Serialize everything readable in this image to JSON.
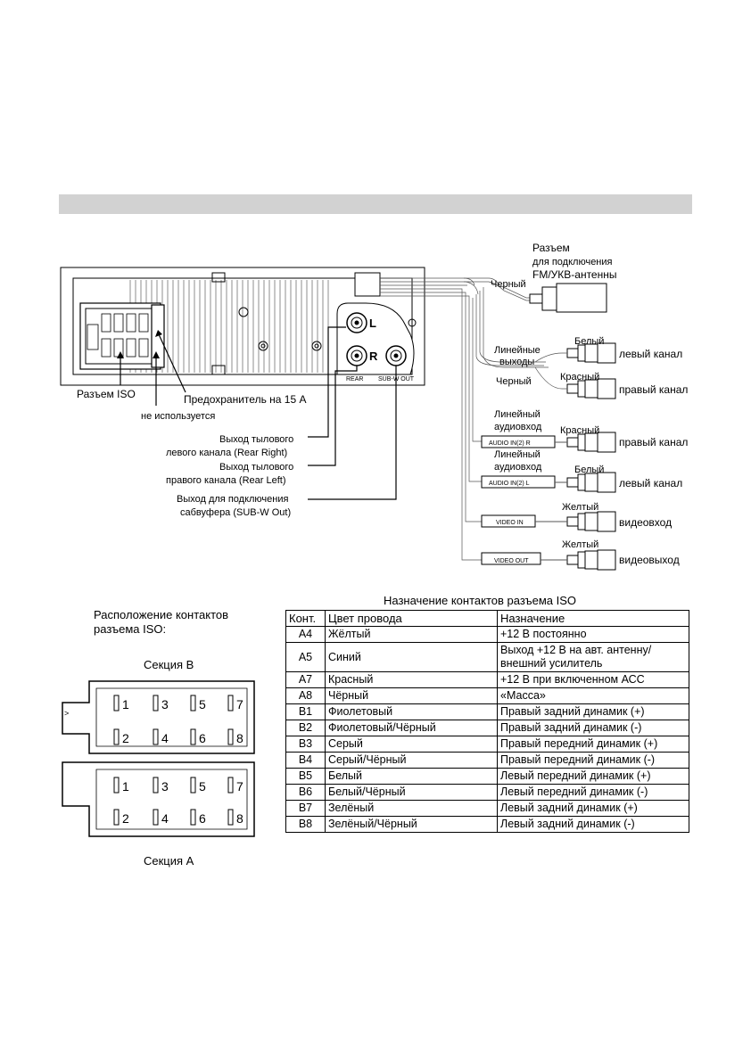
{
  "diagram": {
    "antenna": {
      "title_line1": "Разъем",
      "title_line2": "для подключения",
      "title_line3": "FM/УКВ-антенны",
      "wire": "Черный"
    },
    "left_labels": {
      "iso": "Разъем ISO",
      "fuse": "Предохранитель на 15 А",
      "unused": "не используется",
      "rear_right_1": "Выход тылового",
      "rear_right_2": "левого канала (Rear Right)",
      "rear_left_1": "Выход тылового",
      "rear_left_2": "правого канала (Rear Left)",
      "sub_1": "Выход для подключения",
      "sub_2": "сабвуфера (SUB-W Out)"
    },
    "unit": {
      "l": "L",
      "r": "R",
      "rear": "REAR",
      "sub": "SUB-W OUT"
    },
    "outputs": {
      "line_out_1": "Линейные",
      "line_out_2": "выходы",
      "white": "Белый",
      "left_ch": "левый канал",
      "black": "Черный",
      "red": "Красный",
      "right_ch": "правый канал"
    },
    "inputs": {
      "line_in_a_1": "Линейный",
      "line_in_a_2": "аудиовход",
      "red": "Красный",
      "audio_r": "AUDIO IN(2)  R",
      "right_ch": "правый канал",
      "line_in_b_1": "Линейный",
      "line_in_b_2": "аудиовход",
      "white": "Белый",
      "audio_l": "AUDIO IN(2)  L",
      "left_ch": "левый канал",
      "yellow_in": "Желтый",
      "video_in": "VIDEO IN",
      "video_in_label": "видеовход",
      "yellow_out": "Желтый",
      "video_out": "VIDEO OUT",
      "video_out_label": "видеовыход"
    },
    "pins": {
      "title_line1": "Расположение контактов",
      "title_line2": "разъема ISO:",
      "section_b": "Секция В",
      "section_a": "Секция А",
      "numbers": [
        "1",
        "3",
        "5",
        "7",
        "2",
        "4",
        "6",
        "8"
      ]
    }
  },
  "table": {
    "title": "Назначение контактов разъема ISO",
    "headers": [
      "Конт.",
      "Цвет провода",
      "Назначение"
    ],
    "rows": [
      [
        "A4",
        "Жёлтый",
        "+12 В постоянно"
      ],
      [
        "A5",
        "Синий",
        "Выход +12 В на авт. антенну/",
        "внешний усилитель"
      ],
      [
        "A7",
        "Красный",
        "+12 В при включенном АСС"
      ],
      [
        "A8",
        "Чёрный",
        "«Масса»"
      ],
      [
        "B1",
        "Фиолетовый",
        "Правый задний динамик (+)"
      ],
      [
        "B2",
        "Фиолетовый/Чёрный",
        "Правый задний динамик (-)"
      ],
      [
        "B3",
        "Серый",
        "Правый передний динамик (+)"
      ],
      [
        "B4",
        "Серый/Чёрный",
        "Правый передний динамик (-)"
      ],
      [
        "B5",
        "Белый",
        "Левый передний динамик (+)"
      ],
      [
        "B6",
        "Белый/Чёрный",
        "Левый передний динамик (-)"
      ],
      [
        "B7",
        "Зелёный",
        "Левый задний динамик (+)"
      ],
      [
        "B8",
        "Зелёный/Чёрный",
        "Левый задний динамик (-)"
      ]
    ]
  }
}
